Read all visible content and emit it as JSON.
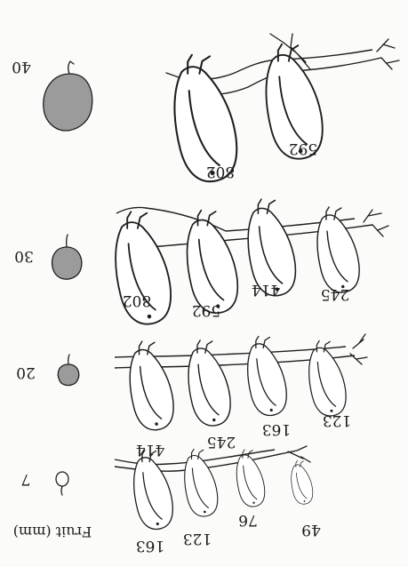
{
  "figure": {
    "axis_label": "Fruit (mm)",
    "colors": {
      "fruit_fill": "#9b9b9b",
      "ink": "#1e1e1e",
      "bird_fill": "#ffffff"
    },
    "rows": [
      {
        "fruit_size": "7",
        "fruit_fill": false,
        "birds": [
          "163",
          "123",
          "76",
          "49"
        ]
      },
      {
        "fruit_size": "20",
        "fruit_fill": true,
        "birds": [
          "414",
          "245",
          "163",
          "123"
        ]
      },
      {
        "fruit_size": "30",
        "fruit_fill": true,
        "birds": [
          "802",
          "592",
          "414",
          "245"
        ]
      },
      {
        "fruit_size": "40",
        "fruit_fill": true,
        "birds": [
          "802",
          "592"
        ]
      }
    ]
  }
}
